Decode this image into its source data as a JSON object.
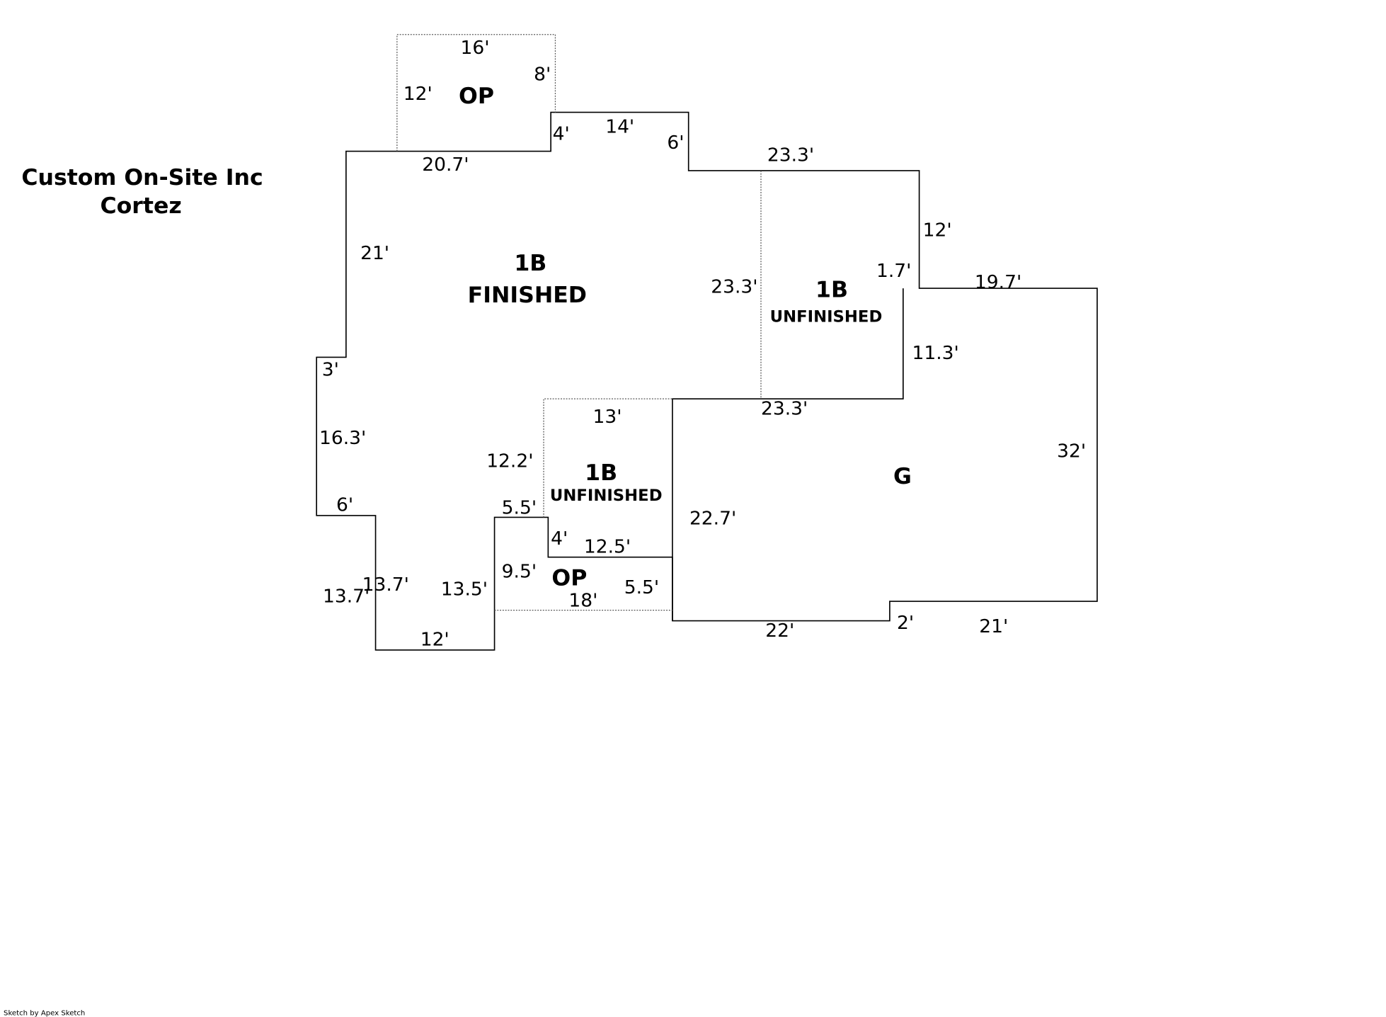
{
  "company": {
    "name": "Custom On-Site Inc",
    "location": "Cortez"
  },
  "areas": {
    "op_top": "OP",
    "finished_code": "1B",
    "finished_label": "FINISHED",
    "unfin_right_code": "1B",
    "unfin_right_label": "UNFINISHED",
    "unfin_mid_code": "1B",
    "unfin_mid_label": "UNFINISHED",
    "op_bottom": "OP",
    "garage": "G"
  },
  "dims": {
    "op_top_w": "16'",
    "op_top_r": "8'",
    "op_top_l": "12'",
    "d_4a": "4'",
    "d_14": "14'",
    "d_6a": "6'",
    "d_20_7": "20.7'",
    "d_23_3a": "23.3'",
    "d_12a": "12'",
    "d_21a": "21'",
    "d_23_3b": "23.3'",
    "d_1_7": "1.7'",
    "d_19_7": "19.7'",
    "d_3": "3'",
    "d_11_3": "11.3'",
    "d_23_3c": "23.3'",
    "d_13": "13'",
    "d_16_3": "16.3'",
    "d_12_2": "12.2'",
    "d_32": "32'",
    "d_6b": "6'",
    "d_5_5a": "5.5'",
    "d_22_7": "22.7'",
    "d_4b": "4'",
    "d_12_5": "12.5'",
    "d_9_5": "9.5'",
    "d_13_7a": "13.7'",
    "d_13_7b": "13.7'",
    "d_13_5": "13.5'",
    "d_5_5b": "5.5'",
    "d_18": "18'",
    "d_2": "2'",
    "d_21b": "21'",
    "d_22": "22'",
    "d_12b": "12'"
  },
  "footer": "Sketch by Apex Sketch"
}
